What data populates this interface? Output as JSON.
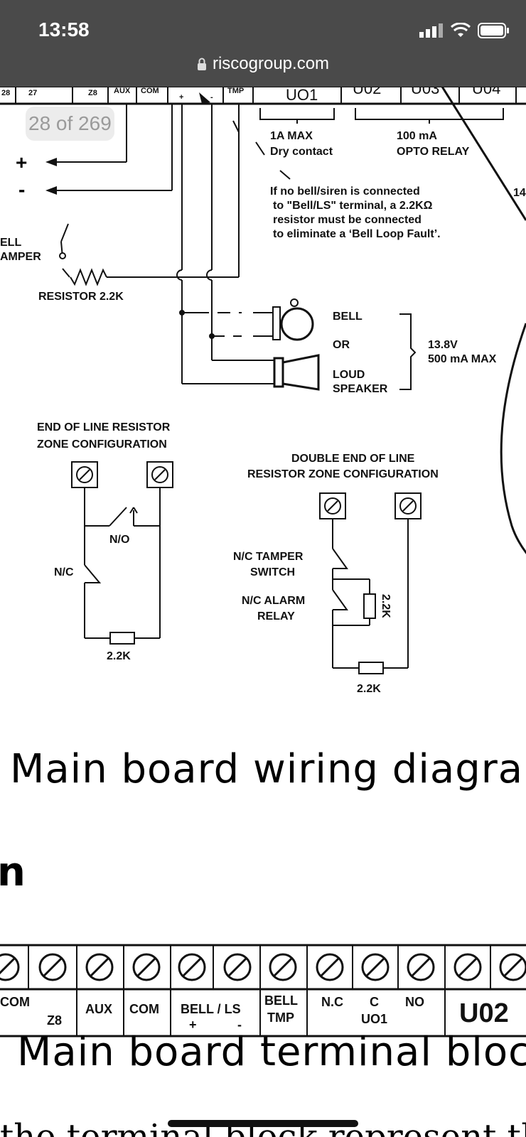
{
  "status_bar": {
    "time": "13:58",
    "url": "riscogroup.com"
  },
  "page_indicator": "28 of 269",
  "diagram": {
    "header_terminals": [
      "28",
      "27",
      "Z8",
      "AUX",
      "COM",
      "+",
      "-",
      "TMP",
      "UO1",
      "U02",
      "U03",
      "U04"
    ],
    "uo1_note": [
      "1A MAX",
      "Dry contact"
    ],
    "opto_note": [
      "100 mA",
      "OPTO RELAY"
    ],
    "bell_note": [
      "If no bell/siren is connected",
      "to \"Bell/LS\" terminal, a 2.2KΩ",
      "resistor must be connected",
      "to eliminate a ‘Bell Loop Fault’."
    ],
    "right_edge_label": "14",
    "bell_tamper": [
      "ELL",
      "AMPER"
    ],
    "resistor_label": "RESISTOR 2.2K",
    "bell_label": "BELL",
    "or_label": "OR",
    "loud_label": "LOUD",
    "speaker_label": "SPEAKER",
    "power_note": [
      "13.8V",
      "500 mA MAX"
    ],
    "eol_title": [
      "END OF LINE RESISTOR",
      "ZONE CONFIGURATION"
    ],
    "no_label": "N/O",
    "nc_label": "N/C",
    "eol_resistor": "2.2K",
    "deol_title": [
      "DOUBLE END OF LINE",
      "RESISTOR ZONE CONFIGURATION"
    ],
    "tamper_label": [
      "N/C TAMPER",
      "SWITCH"
    ],
    "alarm_label": [
      "N/C ALARM",
      "RELAY"
    ],
    "deol_resistor_v": "2.2K",
    "deol_resistor_h": "2.2K"
  },
  "caption_wiring": "Main board wiring diagram",
  "section_heading_fragment": "n",
  "terminal_block": {
    "labels": [
      "COM",
      "Z8",
      "AUX",
      "COM",
      "BELL / LS",
      "+",
      "-",
      "BELL",
      "TMP",
      "N.C",
      "C",
      "UO1",
      "NO",
      "U02"
    ]
  },
  "caption_terminal": "Main board terminal block",
  "cut_off_text": "the terminal block represent th"
}
